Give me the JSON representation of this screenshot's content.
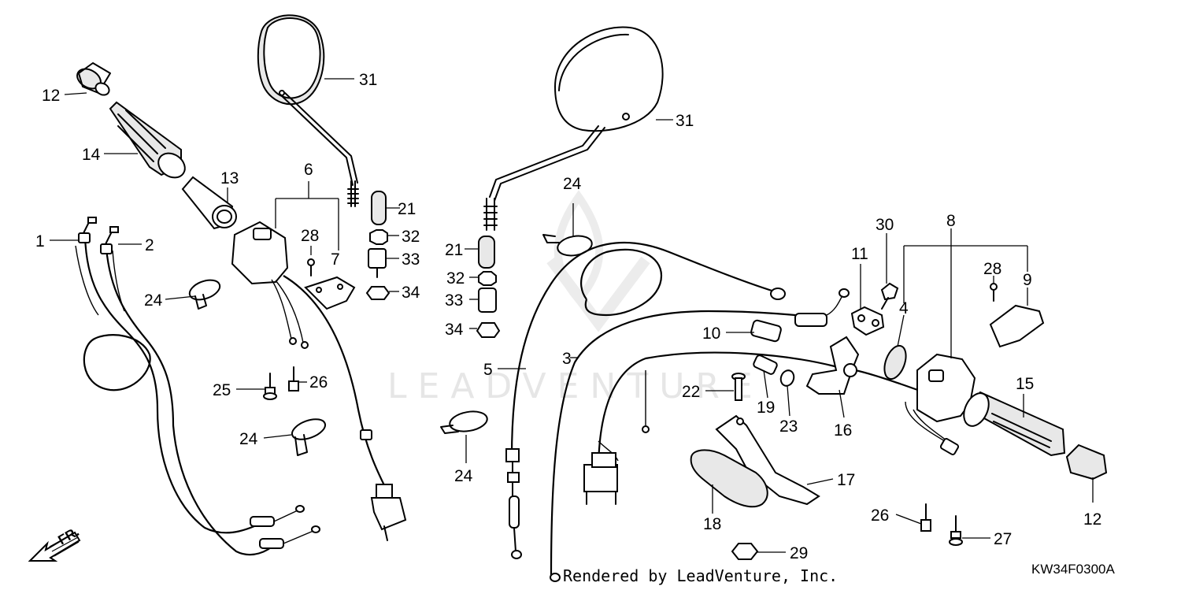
{
  "diagram": {
    "callouts": [
      {
        "id": "c12a",
        "text": "12"
      },
      {
        "id": "c14",
        "text": "14"
      },
      {
        "id": "c13",
        "text": "13"
      },
      {
        "id": "c1",
        "text": "1"
      },
      {
        "id": "c2",
        "text": "2"
      },
      {
        "id": "c24a",
        "text": "24"
      },
      {
        "id": "c6",
        "text": "6"
      },
      {
        "id": "c28a",
        "text": "28"
      },
      {
        "id": "c7",
        "text": "7"
      },
      {
        "id": "c31a",
        "text": "31"
      },
      {
        "id": "c21a",
        "text": "21"
      },
      {
        "id": "c32a",
        "text": "32"
      },
      {
        "id": "c33a",
        "text": "33"
      },
      {
        "id": "c34a",
        "text": "34"
      },
      {
        "id": "c25",
        "text": "25"
      },
      {
        "id": "c26a",
        "text": "26"
      },
      {
        "id": "c24b",
        "text": "24"
      },
      {
        "id": "c31b",
        "text": "31"
      },
      {
        "id": "c24c",
        "text": "24"
      },
      {
        "id": "c21b",
        "text": "21"
      },
      {
        "id": "c32b",
        "text": "32"
      },
      {
        "id": "c33b",
        "text": "33"
      },
      {
        "id": "c34b",
        "text": "34"
      },
      {
        "id": "c5",
        "text": "5"
      },
      {
        "id": "c3",
        "text": "3"
      },
      {
        "id": "c24d",
        "text": "24"
      },
      {
        "id": "c10",
        "text": "10"
      },
      {
        "id": "c11",
        "text": "11"
      },
      {
        "id": "c30",
        "text": "30"
      },
      {
        "id": "c8",
        "text": "8"
      },
      {
        "id": "c28b",
        "text": "28"
      },
      {
        "id": "c9",
        "text": "9"
      },
      {
        "id": "c4",
        "text": "4"
      },
      {
        "id": "c22",
        "text": "22"
      },
      {
        "id": "c19",
        "text": "19"
      },
      {
        "id": "c23",
        "text": "23"
      },
      {
        "id": "c16",
        "text": "16"
      },
      {
        "id": "c15",
        "text": "15"
      },
      {
        "id": "c17",
        "text": "17"
      },
      {
        "id": "c18",
        "text": "18"
      },
      {
        "id": "c12b",
        "text": "12"
      },
      {
        "id": "c26b",
        "text": "26"
      },
      {
        "id": "c27",
        "text": "27"
      },
      {
        "id": "c29",
        "text": "29"
      }
    ],
    "direction_label": "FR.",
    "watermark": "LEADVENTURE",
    "footer_text": "Rendered by LeadVenture, Inc.",
    "diagram_code": "KW34F0300A"
  }
}
